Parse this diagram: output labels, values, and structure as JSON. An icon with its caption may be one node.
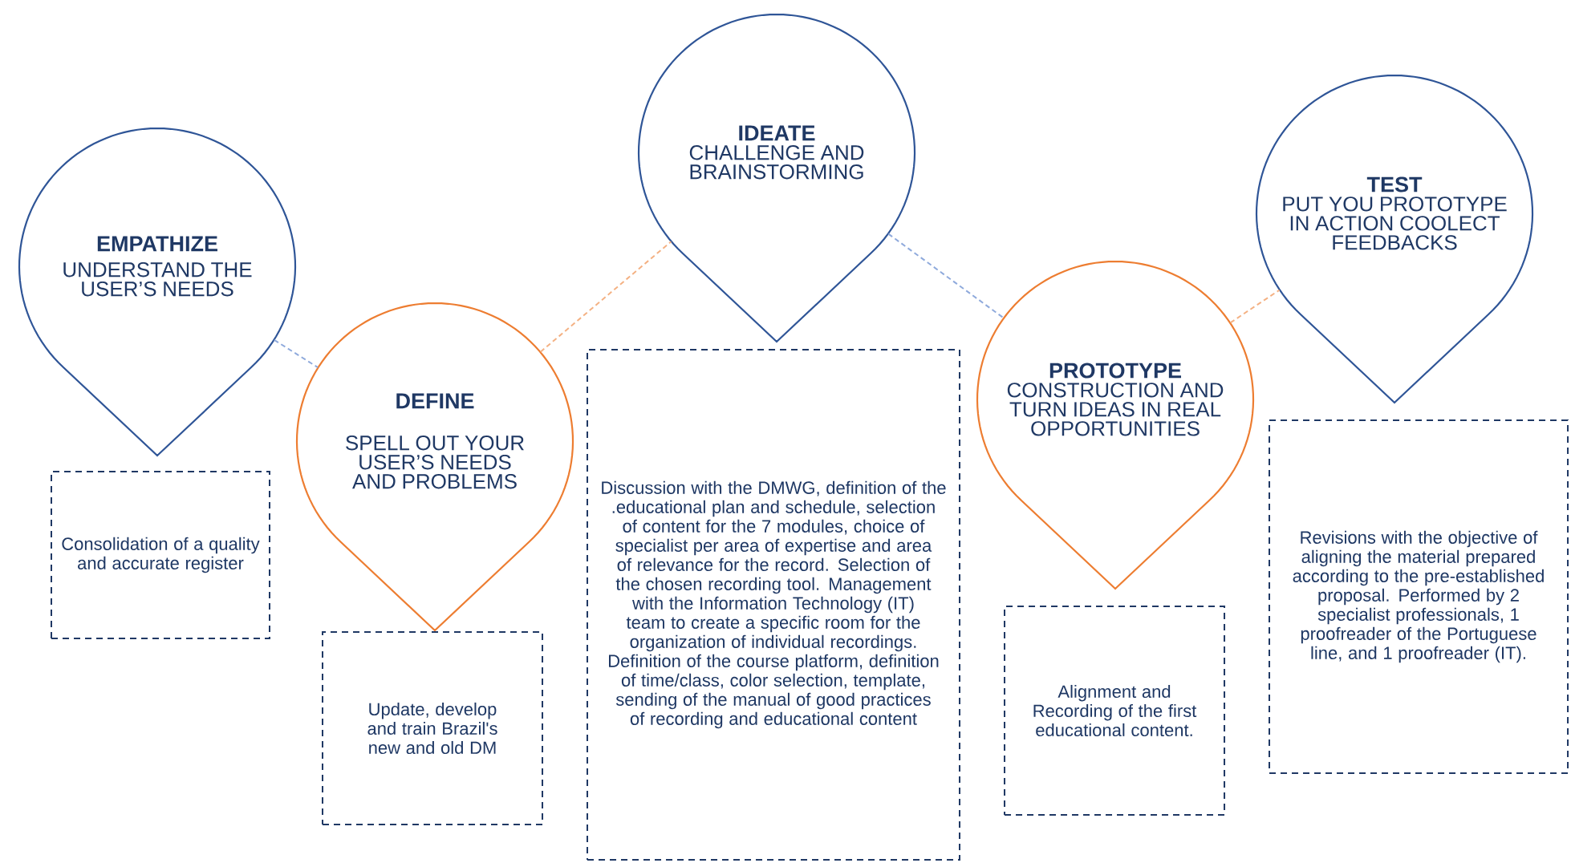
{
  "diagram": {
    "nodes": [
      {
        "text": [
          "EMPATHIZE",
          "UNDERSTAND THE USER’S NEEDS"
        ]
      },
      {
        "text": [
          "Consolidation of a quality and accurate register"
        ]
      },
      {
        "text": [
          "DEFINE",
          "SPELL OUT YOUR USER’S NEEDS AND PROBLEMS"
        ]
      },
      {
        "text": [
          "Update, develop and train Brazil's new and old DM"
        ]
      },
      {
        "text": [
          "IDEATE",
          "CHALLENGE AND BRAINSTORMING"
        ]
      },
      {
        "text": [
          "Discussion with the DMWG, definition of the .educational plan and schedule, selection of content for the 7 modules, choice of specialist per area of expertise and area of relevance for the record. Selection of the chosen recording tool. Management with the Information Technology (IT) team to create a specific room for the organization of individual recordings. Definition of the course platform, definition of time/class, color selection, template, sending of the manual of good practices of recording and educational content"
        ]
      },
      {
        "text": [
          "PROTOTYPE",
          "CONSTRUCTION AND  TURN IDEAS IN REAL OPPORTUNITIES"
        ]
      },
      {
        "text": [
          "Alignment and Recording of the first educational content."
        ]
      },
      {
        "text": [
          "TEST",
          "PUT YOU PROTOTYPE IN  ACTION COOLECT FEEDBACKS"
        ]
      },
      {
        "text": [
          "Revisions with the objective of aligning the material prepared according to the pre-established proposal. Performed by 2 specialist professionals, 1 proofreader of the Portuguese line, and 1 proofreader (IT)."
        ]
      }
    ],
    "edges": [
      {
        "from": 0,
        "to": 2,
        "arrow": "none",
        "style": "dashed",
        "color": "#8faadc"
      },
      {
        "from": 2,
        "to": 4,
        "arrow": "none",
        "style": "dashed",
        "color": "#f4b183"
      },
      {
        "from": 4,
        "to": 6,
        "arrow": "none",
        "style": "dashed",
        "color": "#8faadc"
      },
      {
        "from": 6,
        "to": 8,
        "arrow": "none",
        "style": "dashed",
        "color": "#f4b183"
      }
    ]
  }
}
